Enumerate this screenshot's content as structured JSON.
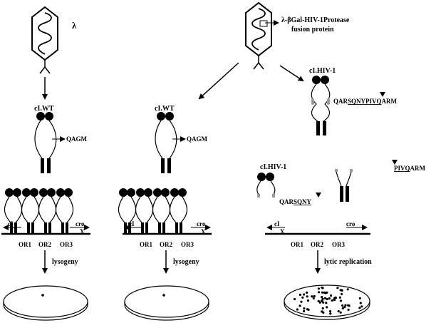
{
  "phage_lambda_label": "λ",
  "fusion_label_line1": "λ-βGal-HIV-1Protease",
  "fusion_label_line2": "fusion protein",
  "col1": {
    "repressor_label": "cI.WT",
    "tag_label": "QAGM",
    "gene_left": "cI",
    "gene_right": "cro",
    "operators": [
      "OR1",
      "OR2",
      "OR3"
    ],
    "outcome": "lysogeny"
  },
  "col2": {
    "repressor_label": "cI.WT",
    "tag_label": "QAGM",
    "gene_left": "cI",
    "gene_right": "cro",
    "operators": [
      "OR1",
      "OR2",
      "OR3"
    ],
    "outcome": "lysogeny"
  },
  "col3": {
    "repressor_label": "cI.HIV-1",
    "linker_label_prefix": "QAR",
    "linker_label_site": "SQNYPIVQ",
    "linker_label_suffix": "ARM",
    "cleaved_label": "cI.HIV-1",
    "fragment_left_prefix": "QAR",
    "fragment_left_site": "SQNY",
    "fragment_right_site": "PIVQ",
    "fragment_right_suffix": "ARM",
    "gene_left": "cI",
    "gene_right": "cro",
    "operators": [
      "OR1",
      "OR2",
      "OR3"
    ],
    "outcome": "lytic replication"
  },
  "colors": {
    "ink": "#000000",
    "cleavage_site": "#999999",
    "background": "#ffffff"
  }
}
